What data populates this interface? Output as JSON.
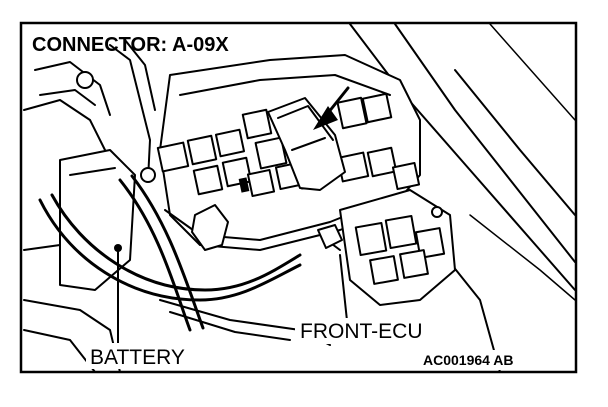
{
  "figure": {
    "title": "CONNECTOR: A-09X",
    "labels": {
      "battery": "BATTERY",
      "front_ecu": "FRONT-ECU"
    },
    "figure_code": "AC001964 AB"
  }
}
